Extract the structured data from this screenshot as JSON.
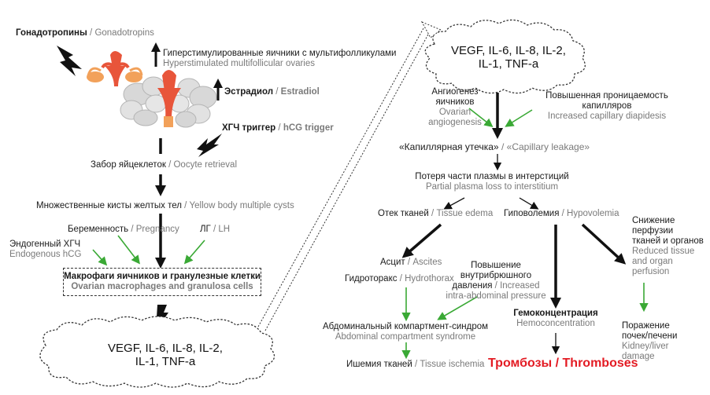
{
  "colors": {
    "accent_green": "#3aa935",
    "title_red": "#e31b23",
    "arrow_black": "#111111",
    "english_gray": "#7a7a7a"
  },
  "left": {
    "gonadotropins": {
      "ru": "Гонадотропины",
      "en": "Gonadotropins"
    },
    "hyperstim": {
      "ru": "Гиперстимулированные яичники с мультифолликулами",
      "en": "Hyperstimulated multifollicular ovaries"
    },
    "estradiol": {
      "ru": "Эстрадиол",
      "en": "Estradiol"
    },
    "hcg_trigger": {
      "ru": "ХГЧ триггер",
      "en": "hCG trigger"
    },
    "oocyte": {
      "ru": "Забор яйцеклеток",
      "en": "Oocyte retrieval"
    },
    "cysts": {
      "ru": "Множественные кисты желтых тел",
      "en": "Yellow body multiple cysts"
    },
    "pregnancy": {
      "ru": "Беременность",
      "en": "Pregnancy"
    },
    "lh": {
      "ru": "ЛГ",
      "en": "LH"
    },
    "endog_hcg": {
      "ru": "Эндогенный ХГЧ",
      "en": "Endogenous hCG"
    },
    "macrophages": {
      "ru": "Макрофаги яичников и гранулезные клетки",
      "en": "Ovarian macrophages and granulosa cells"
    },
    "cloud": {
      "line1": "VEGF, IL-6, IL-8, IL-2,",
      "line2": "IL-1, TNF-a"
    },
    "slash": "/"
  },
  "right": {
    "cloud": {
      "line1": "VEGF, IL-6, IL-8, IL-2,",
      "line2": "IL-1, TNF-a"
    },
    "angiogenesis": {
      "ru1": "Ангиогенез",
      "ru2": "яичников",
      "en1": "Ovarian",
      "en2": "angiogenesis"
    },
    "permeability": {
      "ru1": "Повышенная проницаемость",
      "ru2": "капилляров",
      "en": "Increased capillary diapidesis"
    },
    "leakage": {
      "ru": "«Капиллярная утечка»",
      "en": "«Capillary leakage»"
    },
    "plasma": {
      "ru": "Потеря части плазмы в интерстиций",
      "en": "Partial plasma loss to interstitium"
    },
    "edema": {
      "ru": "Отек тканей",
      "en": "Tissue edema"
    },
    "hypovolemia": {
      "ru": "Гиповолемия",
      "en": "Hypovolemia"
    },
    "perfusion": {
      "ru1": "Снижение",
      "ru2": "перфузии",
      "ru3": "тканей и органов",
      "en1": "Reduced tissue",
      "en2": "and organ",
      "en3": "perfusion"
    },
    "ascites": {
      "ru": "Асцит",
      "en": "Ascites"
    },
    "hydrothorax": {
      "ru": "Гидроторакс",
      "en": "Hydrothorax"
    },
    "pressure": {
      "ru1": "Повышение",
      "ru2": "внутрибрюшного",
      "ru3": "давления",
      "en1": "Increased",
      "en2": "intra-abdominal pressure"
    },
    "hemoconc": {
      "ru": "Гемоконцентрация",
      "en": "Hemoconcentration"
    },
    "kidney": {
      "ru1": "Поражение",
      "ru2": "почек/печени",
      "en1": "Kidney/liver",
      "en2": "damage"
    },
    "compartment": {
      "ru": "Абдоминальный компартмент-синдром",
      "en": "Abdominal compartment syndrome"
    },
    "ischemia": {
      "ru": "Ишемия тканей",
      "en": "Tissue ischemia"
    },
    "thromboses": "Тромбозы / Thromboses",
    "slash": "/"
  }
}
